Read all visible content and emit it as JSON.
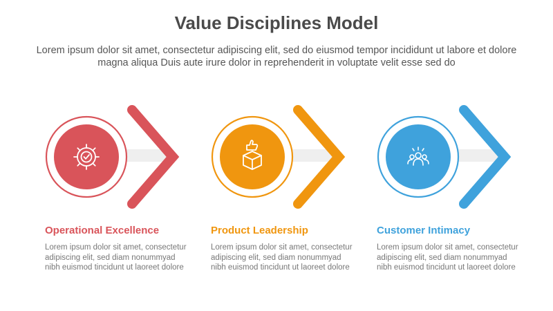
{
  "header": {
    "title": "Value Disciplines Model",
    "subtitle": "Lorem ipsum dolor sit amet, consectetur adipiscing elit, sed do eiusmod tempor incididunt ut labore et dolore magna aliqua Duis aute irure dolor in reprehenderit in voluptate velit esse sed do"
  },
  "steps": [
    {
      "title": "Operational Excellence",
      "description": "Lorem ipsum dolor sit amet, consectetur adipiscing elit, sed diam nonummyad nibh euismod tincidunt ut laoreet dolore",
      "color": "#d9545a",
      "icon": "gear-check-icon"
    },
    {
      "title": "Product Leadership",
      "description": "Lorem ipsum dolor sit amet, consectetur adipiscing elit, sed diam nonummyad nibh euismod tincidunt ut laoreet dolore",
      "color": "#f0960f",
      "icon": "box-thumbs-up-icon"
    },
    {
      "title": "Customer Intimacy",
      "description": "Lorem ipsum dolor sit amet, consectetur adipiscing elit, sed diam nonummyad nibh euismod tincidunt ut laoreet dolore",
      "color": "#3fa2dc",
      "icon": "customer-group-icon"
    }
  ]
}
